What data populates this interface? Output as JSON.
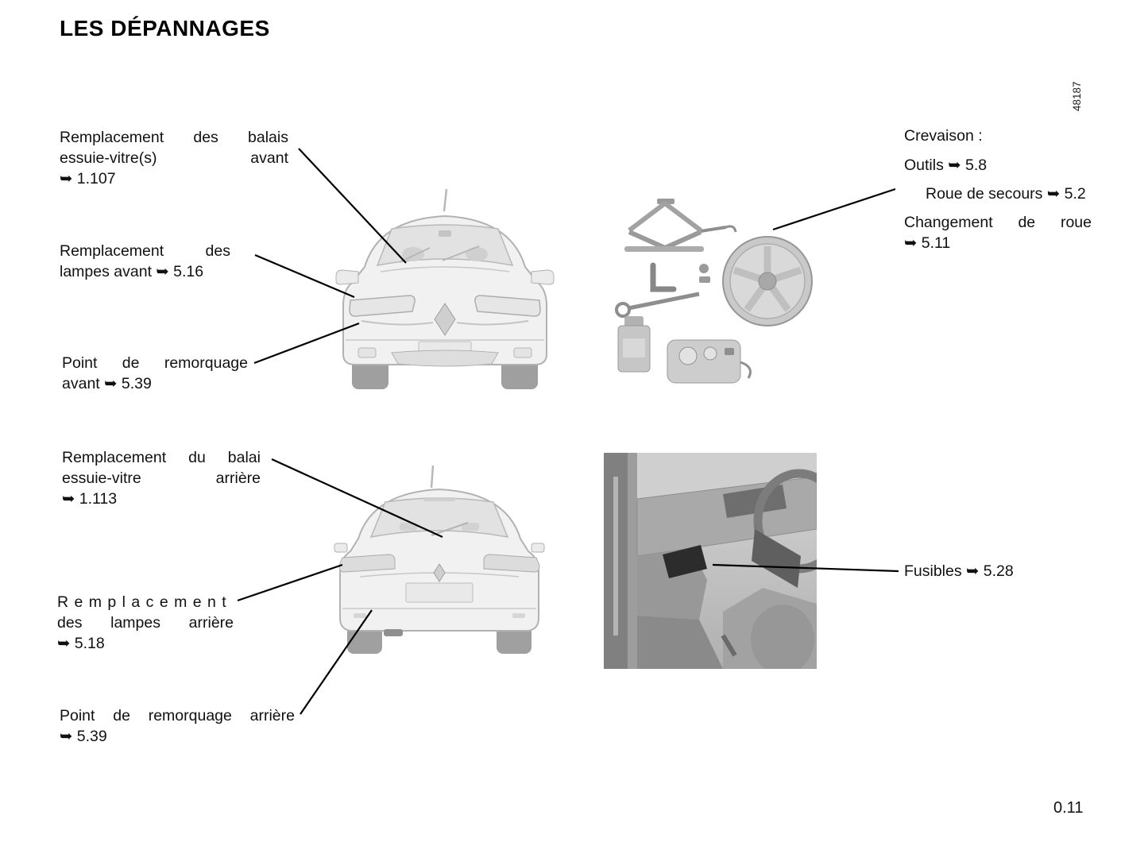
{
  "page": {
    "title": "LES DÉPANNAGES",
    "figure_ref": "48187",
    "page_number": "0.11"
  },
  "callouts_left": [
    {
      "name": "front-wipers",
      "lines": [
        "Remplacement des balais",
        "essuie-vitre(s) avant",
        "➥ 1.107"
      ]
    },
    {
      "name": "front-lamps",
      "lines": [
        "Remplacement des",
        "lampes avant ➥ 5.16"
      ]
    },
    {
      "name": "front-towing",
      "lines": [
        "Point de remorquage",
        "avant ➥ 5.39"
      ]
    },
    {
      "name": "rear-wiper",
      "lines": [
        "Remplacement du balai",
        "essuie-vitre arrière",
        "➥ 1.113"
      ]
    },
    {
      "name": "rear-lamps",
      "lines": [
        "Remplacement",
        "des lampes arrière",
        "➥ 5.18"
      ]
    },
    {
      "name": "rear-towing",
      "lines": [
        "Point de remorquage arrière",
        "➥ 5.39"
      ]
    }
  ],
  "callouts_right": {
    "puncture_heading": "Crevaison :",
    "tools": "Outils ➥ 5.8",
    "spare_wheel": "Roue de secours ➥ 5.2",
    "wheel_change_line1": "Changement de roue",
    "wheel_change_line2": "➥ 5.11",
    "fuses": "Fusibles ➥ 5.28"
  }
}
